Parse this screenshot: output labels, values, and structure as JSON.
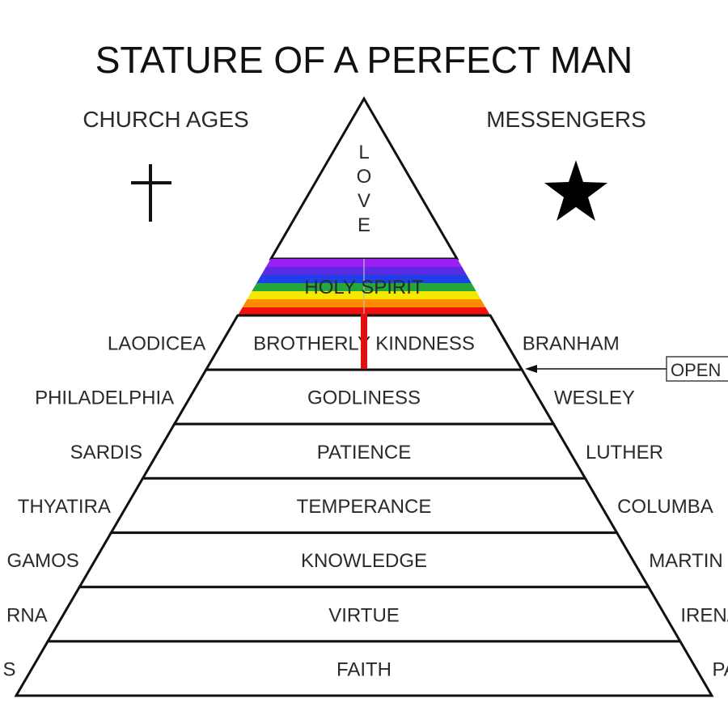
{
  "title": "STATURE OF A PERFECT MAN",
  "left_header": "CHURCH AGES",
  "right_header": "MESSENGERS",
  "left_icon": "cross-icon",
  "right_icon": "star-icon",
  "apex_label": [
    "L",
    "O",
    "V",
    "E"
  ],
  "spirit_band": {
    "label": "HOLY SPIRIT",
    "colors": [
      "#9b1ff2",
      "#5a2be0",
      "#1f3fe8",
      "#22a83a",
      "#f4e800",
      "#ff8a00",
      "#f01010"
    ]
  },
  "levels": [
    {
      "name": "BROTHERLY KINDNESS",
      "age": "LAODICEA",
      "messenger": "BRANHAM"
    },
    {
      "name": "GODLINESS",
      "age": "PHILADELPHIA",
      "messenger": "WESLEY"
    },
    {
      "name": "PATIENCE",
      "age": "SARDIS",
      "messenger": "LUTHER"
    },
    {
      "name": "TEMPERANCE",
      "age": "THYATIRA",
      "messenger": "COLUMBA"
    },
    {
      "name": "KNOWLEDGE",
      "age": "GAMOS",
      "messenger": "MARTIN"
    },
    {
      "name": "VIRTUE",
      "age": "RNA",
      "messenger": "IRENAEUS"
    },
    {
      "name": "FAITH",
      "age": "S",
      "messenger": "PAUL"
    }
  ],
  "callout": {
    "label": "OPEN"
  },
  "colors": {
    "line": "#111111",
    "cross_bar": "#e01010"
  }
}
